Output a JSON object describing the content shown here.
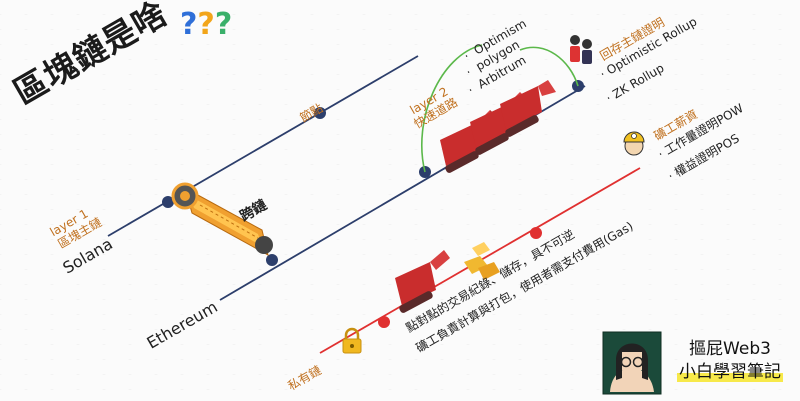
{
  "title": "區塊鏈是啥",
  "title_marks": [
    "?",
    "?",
    "?"
  ],
  "layer1": {
    "tag": "layer 1",
    "sub": "區塊主鏈",
    "name": "Solana"
  },
  "layer2": {
    "tag": "layer 2",
    "sub": "快速道路",
    "items": [
      "Optimism",
      "polygon",
      "Arbitrum"
    ]
  },
  "node_label": "節點",
  "crosschain_label": "跨鏈",
  "rollup": {
    "title": "回存主鏈證明",
    "items": [
      "Optimistic Rollup",
      "ZK Rollup"
    ]
  },
  "miner": {
    "title": "礦工薪資",
    "items": [
      "工作量證明POW",
      "權益證明POS"
    ]
  },
  "ethereum": "Ethereum",
  "private_chain": "私有鏈",
  "desc": [
    "點對點的交易紀錄、儲存，具不可逆",
    "礦工負責計算與打包，使用者需支付費用(Gas)"
  ],
  "brand": {
    "line1": "摳屁Web3",
    "line2": "小白學習筆記"
  },
  "colors": {
    "main_line": "#2c3e6b",
    "l2_line": "#3d5a9a",
    "private_line": "#e03030",
    "arc": "#5bb84a",
    "label": "#c0701e"
  },
  "icons": [
    "excavator-icon",
    "tunnel-bore-icon",
    "miner-helmet-icon",
    "workers-icon",
    "lock-icon",
    "avatar"
  ]
}
